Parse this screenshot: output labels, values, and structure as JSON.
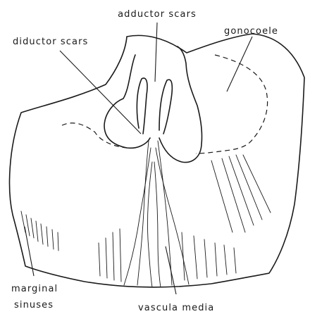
{
  "labels": {
    "adductor_scars": "adductor scars",
    "diductor_scars": "diductor scars",
    "gonocoele": "gonocoele",
    "marginal_sinuses_line1": "marginal",
    "marginal_sinuses_line2": "sinuses",
    "vascula_media": "vascula media"
  },
  "colors": {
    "ink": "#1a1a1a",
    "background": "#ffffff"
  }
}
